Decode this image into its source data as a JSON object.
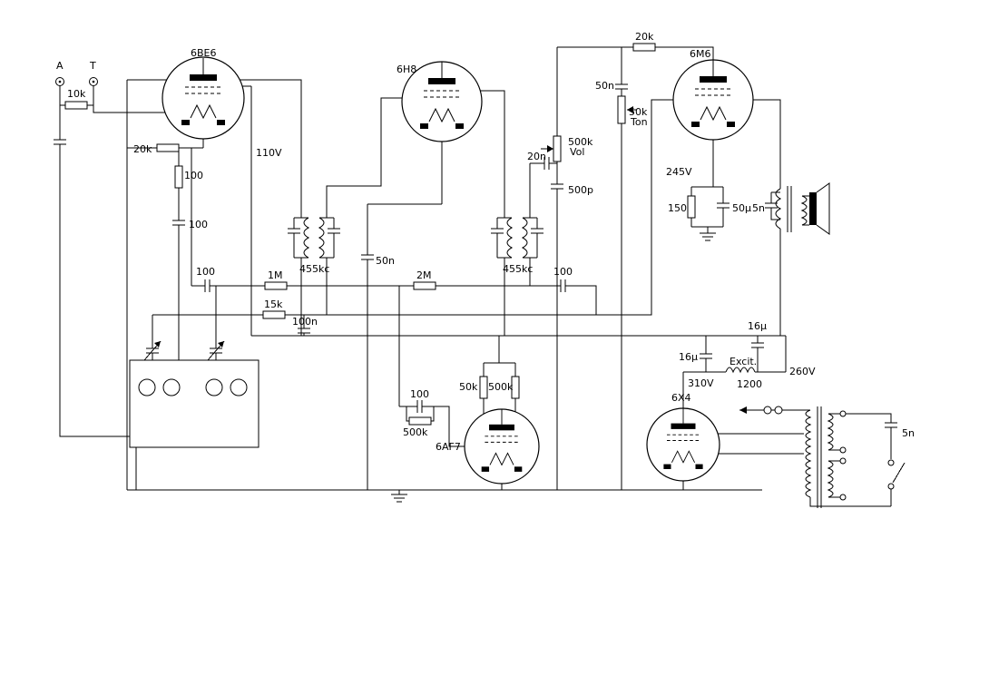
{
  "labels": {
    "terminal_a": "A",
    "terminal_t": "T",
    "r_antenna": "10k",
    "tube_converter": "6BE6",
    "r_screen": "20k",
    "r_osc_100": "100",
    "c_screen_100": "100",
    "v_110": "110V",
    "c_osc_100": "100",
    "r_grid_1m": "1M",
    "r_avc_15k": "15k",
    "c_avc_100n": "100n",
    "if1_freq": "455kc",
    "c_bypass_50n": "50n",
    "tube_if_amp": "6H8",
    "r_avc_2m": "2M",
    "if2_freq": "455kc",
    "c_det_100": "100",
    "c_coupling_20n": "20n",
    "pot_volume_value": "500k",
    "pot_volume_name": "Vol",
    "c_500p": "500p",
    "c_tone_50n": "50n",
    "pot_tone_value": "50k",
    "pot_tone_name": "Ton",
    "r_feedback_20k": "20k",
    "tube_output": "6M6",
    "v_245": "245V",
    "r_cathode_150": "150",
    "c_cathode_50u": "50µ",
    "c_plate_5n": "5n",
    "c_filter_16u_a": "16µ",
    "c_filter_16u_b": "16µ",
    "v_310": "310V",
    "field_coil_name": "Excit.",
    "field_coil_value": "1200",
    "v_260": "260V",
    "tube_rectifier": "6X4",
    "c_mains_5n": "5n",
    "tube_indicator": "6AF7",
    "c_eye_100": "100",
    "r_eye_grid_500k": "500k",
    "r_eye_50k": "50k",
    "r_eye_500k": "500k"
  }
}
